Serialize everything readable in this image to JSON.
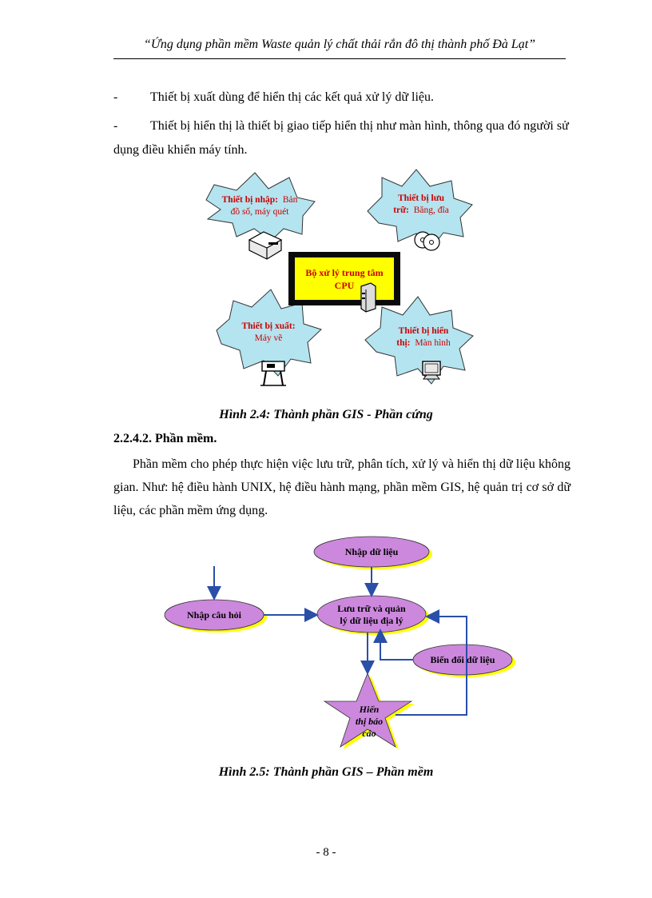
{
  "header": "“Ứng dụng phần mềm Waste quản lý chất thải rắn đô thị thành phố Đà Lạt”",
  "bullets": [
    {
      "dash": "-",
      "text": "Thiết bị xuất dùng để hiển thị các kết quả xử lý dữ liệu."
    },
    {
      "dash": "-",
      "text": "Thiết bị hiển thị là thiết bị giao tiếp hiển thị như màn hình, thông qua đó người sử dụng điều khiển máy tính."
    }
  ],
  "figure1": {
    "input": {
      "bold": "Thiết bị nhập:",
      "rest": "Bản",
      "line2": "đồ số, máy quét"
    },
    "storage": {
      "line1": "Thiết bị lưu",
      "bold2": "trữ:",
      "rest2": "Băng, đĩa"
    },
    "cpu": {
      "line1": "Bộ xử lý trung tâm",
      "line2": "CPU"
    },
    "output": {
      "line1": "Thiết bị xuất:",
      "line2": "Máy vẽ"
    },
    "display": {
      "line1": "Thiết bị hiển",
      "bold2": "thị:",
      "rest2": "Màn hình"
    },
    "caption": "Hình 2.4: Thành phần GIS - Phần cứng",
    "colors": {
      "star_fill": "#b3e4f0",
      "cpu_outer": "#000000",
      "cpu_inner": "#ffff00",
      "label_red": "#cc0000"
    }
  },
  "section": {
    "heading": "2.2.4.2. Phần mềm.",
    "paragraph": "Phần mềm cho phép thực hiện việc lưu trữ, phân tích, xử lý và hiển thị dữ liệu không gian. Như: hệ điều hành UNIX, hệ điều hành mạng, phần mềm GIS, hệ quản trị cơ sở dữ liệu, các phần mềm ứng dụng."
  },
  "figure2": {
    "input_data": "Nhập dữ liệu",
    "query": "Nhập câu hỏi",
    "store_line1": "Lưu trữ và quản",
    "store_line2": "lý dữ liệu địa lý",
    "transform": "Biến đổi dữ liệu",
    "report_line1": "Hiển",
    "report_line2": "thị báo",
    "report_line3": "cáo",
    "caption": "Hình 2.5: Thành phần GIS – Phần mềm",
    "colors": {
      "ellipse_fill": "#cc88dd",
      "shadow": "#ffff00",
      "arrow": "#2a4fa8"
    }
  },
  "page_number": "- 8 -"
}
